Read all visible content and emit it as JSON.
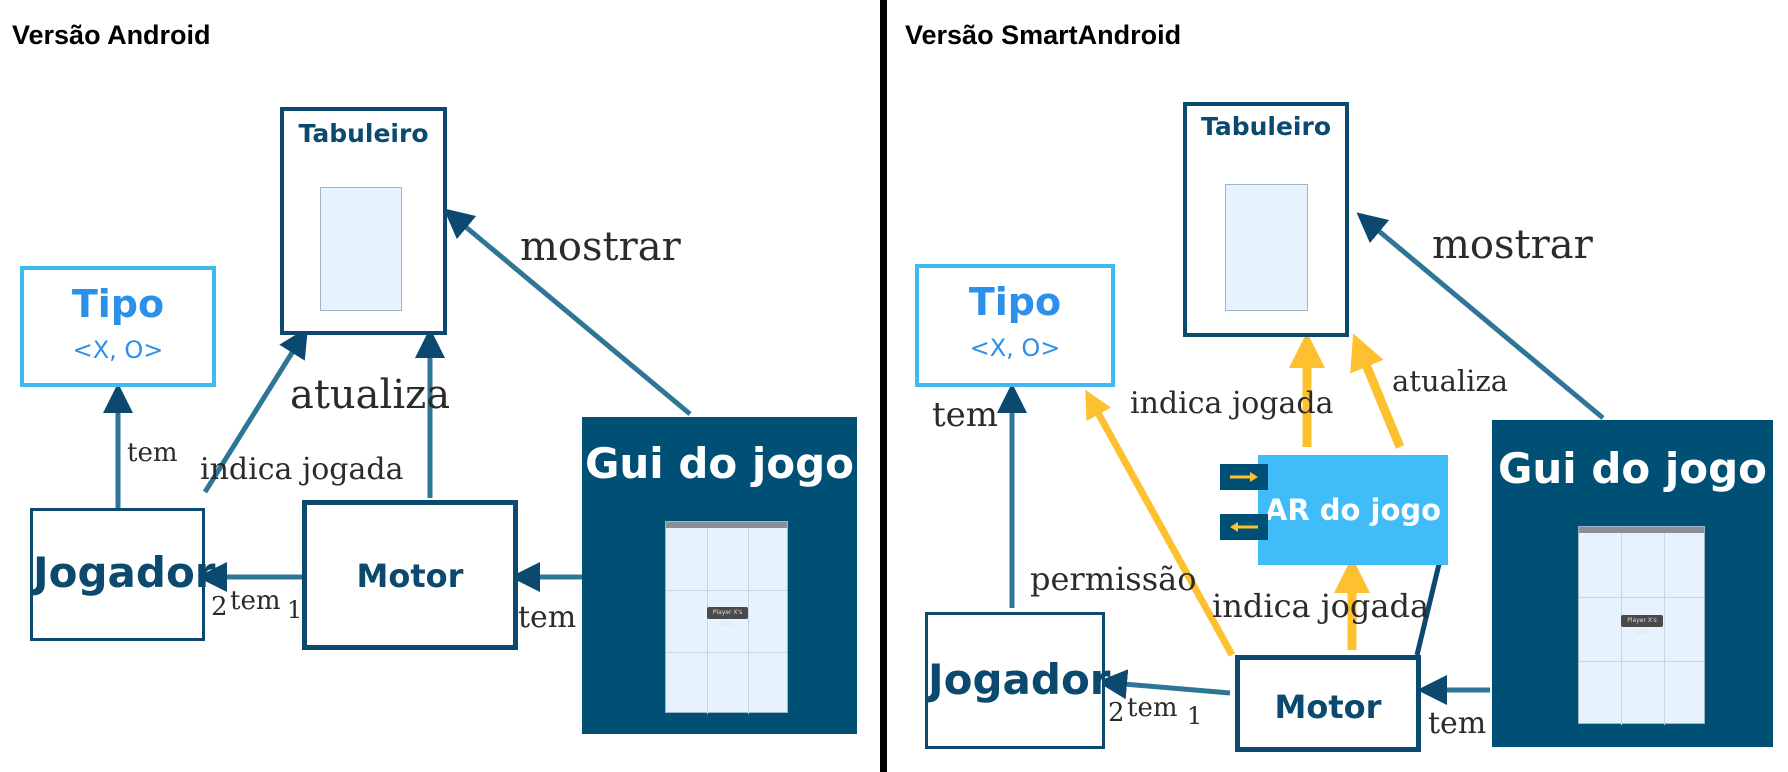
{
  "left": {
    "heading": "Versão Android",
    "tabuleiro": "Tabuleiro",
    "tipo": {
      "title": "Tipo",
      "sub": "<X, O>"
    },
    "jogador": "Jogador",
    "motor": "Motor",
    "gui": "Gui do jogo",
    "labels": {
      "mostrar": "mostrar",
      "atualiza": "atualiza",
      "indica_jogada": "indica jogada",
      "tem_tipo": "tem",
      "tem_jogador": "tem",
      "mult_2": "2",
      "mult_1": "1",
      "tem_gui": "tem"
    }
  },
  "right": {
    "heading": "Versão SmartAndroid",
    "tabuleiro": "Tabuleiro",
    "tipo": {
      "title": "Tipo",
      "sub": "<X, O>"
    },
    "jogador": "Jogador",
    "motor": "Motor",
    "ar": "AR do jogo",
    "gui": "Gui do jogo",
    "labels": {
      "mostrar": "mostrar",
      "atualiza": "atualiza",
      "indica_jogada_top": "indica jogada",
      "indica_jogada_bottom": "indica jogada",
      "tem_tipo": "tem",
      "permissao": "permissão",
      "tem_jogador": "tem",
      "mult_2": "2",
      "mult_1": "1",
      "tem_gui": "tem"
    }
  },
  "gui_screen": {
    "toast": "Player X's turn"
  },
  "colors": {
    "dark": "#0b4a6e",
    "gui_bg": "#004f74",
    "light_blue": "#40b8f0",
    "tipo_text": "#2c90ea",
    "arrow_teal": "#1d6b8f",
    "arrow_yellow": "#fdc02f"
  }
}
